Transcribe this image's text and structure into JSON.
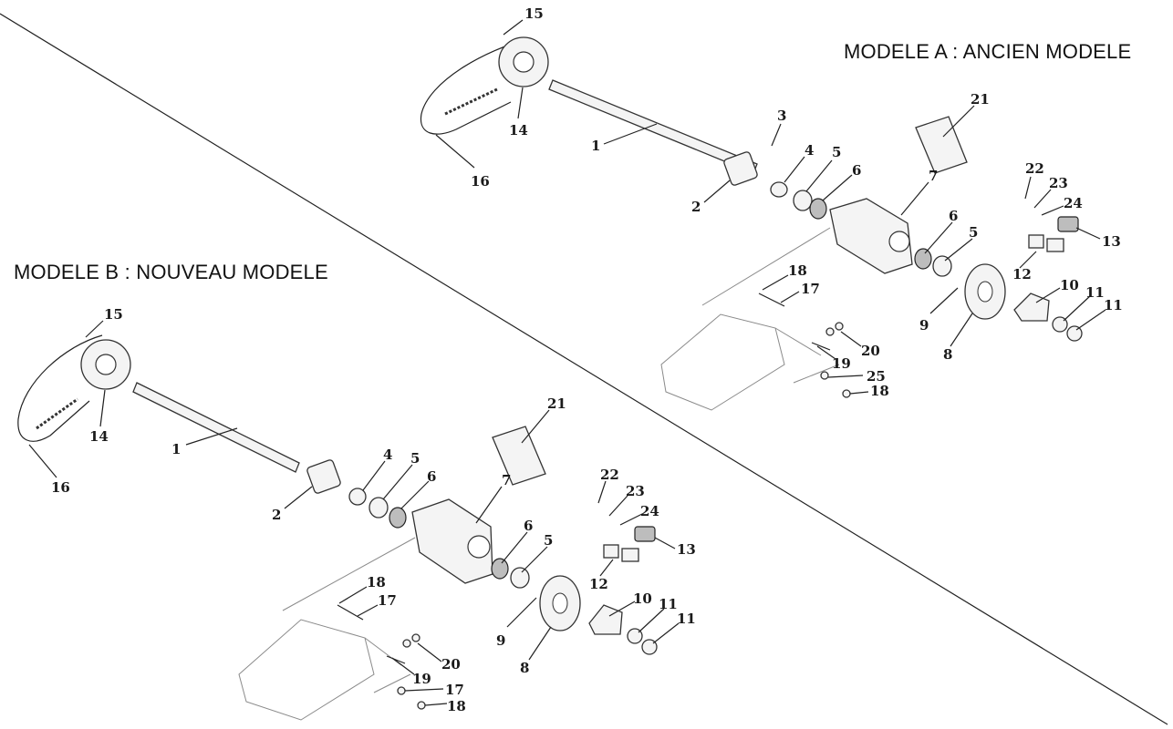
{
  "titles": {
    "model_a": "MODELE A : ANCIEN MODELE",
    "model_b": "MODELE B : NOUVEAU MODELE"
  },
  "model_a_callouts": [
    "15",
    "14",
    "16",
    "1",
    "2",
    "3",
    "4",
    "5",
    "6",
    "7",
    "21",
    "22",
    "23",
    "24",
    "13",
    "12",
    "6",
    "5",
    "18",
    "17",
    "10",
    "11",
    "11",
    "9",
    "8",
    "20",
    "19",
    "25",
    "18"
  ],
  "model_b_callouts": [
    "15",
    "14",
    "16",
    "1",
    "2",
    "4",
    "5",
    "6",
    "21",
    "7",
    "22",
    "23",
    "24",
    "13",
    "12",
    "6",
    "5",
    "18",
    "17",
    "10",
    "11",
    "11",
    "9",
    "8",
    "20",
    "19",
    "17",
    "18"
  ],
  "colors": {
    "ink": "#1a1a1a",
    "line": "#222222",
    "frame": "#8a8a8a"
  }
}
